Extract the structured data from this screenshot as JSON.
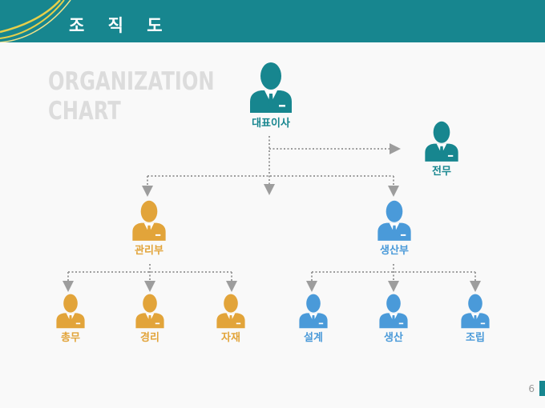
{
  "header": {
    "title": "조 직 도"
  },
  "subtitle": {
    "line1": "ORGANIZATION",
    "line2": "CHART"
  },
  "colors": {
    "header": "#17868f",
    "executive": "#17868f",
    "admin_dept": "#e2a43a",
    "production_dept": "#4a9ad9",
    "connector": "#9d9d9d"
  },
  "nodes": {
    "ceo": {
      "label": "대표이사",
      "icon": "person-icon"
    },
    "executive_director": {
      "label": "전무",
      "icon": "person-icon"
    },
    "management_dept": {
      "label": "관리부",
      "icon": "person-icon"
    },
    "production_dept": {
      "label": "생산부",
      "icon": "person-icon"
    },
    "general_affairs": {
      "label": "총무",
      "icon": "person-icon"
    },
    "accounting": {
      "label": "경리",
      "icon": "person-icon"
    },
    "materials": {
      "label": "자재",
      "icon": "person-icon"
    },
    "design": {
      "label": "설계",
      "icon": "person-icon"
    },
    "production": {
      "label": "생산",
      "icon": "person-icon"
    },
    "assembly": {
      "label": "조립",
      "icon": "person-icon"
    }
  },
  "page_number": "6"
}
